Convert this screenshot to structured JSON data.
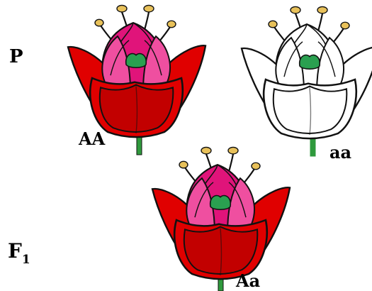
{
  "labels": {
    "parental_generation": "P",
    "first_filial_letter": "F",
    "first_filial_subscript": "1"
  },
  "flowers": [
    {
      "genotype": "AA",
      "petal_color": "#e00000",
      "petal_dark": "#c20000",
      "petal_pink": "#e0147a",
      "petal_pink_light": "#ef4fa0"
    },
    {
      "genotype": "aa",
      "petal_color": "#ffffff",
      "petal_dark": "#ffffff",
      "petal_pink": "#ffffff",
      "petal_pink_light": "#ffffff"
    },
    {
      "genotype": "Aa",
      "petal_color": "#e00000",
      "petal_dark": "#c20000",
      "petal_pink": "#e0147a",
      "petal_pink_light": "#ef4fa0"
    }
  ],
  "colors": {
    "stem": "#2f9a3d",
    "pistil": "#2aa050",
    "anther": "#e8c15a",
    "outline": "#111111"
  }
}
